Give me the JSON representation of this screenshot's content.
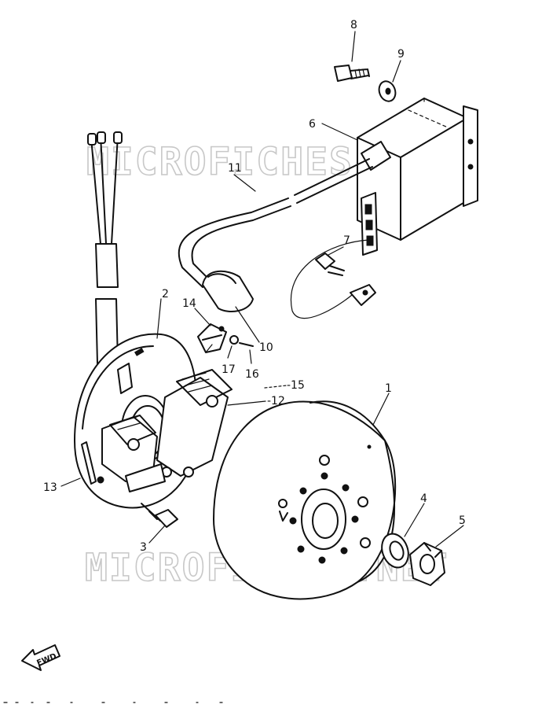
{
  "watermark": "MICROFICHES.NET",
  "direction_label": "FWD",
  "callouts": [
    {
      "id": "1",
      "label": "1"
    },
    {
      "id": "2",
      "label": "2"
    },
    {
      "id": "3",
      "label": "3"
    },
    {
      "id": "4",
      "label": "4"
    },
    {
      "id": "5",
      "label": "5"
    },
    {
      "id": "6",
      "label": "6"
    },
    {
      "id": "7",
      "label": "7"
    },
    {
      "id": "8",
      "label": "8"
    },
    {
      "id": "9",
      "label": "9"
    },
    {
      "id": "10",
      "label": "10"
    },
    {
      "id": "11",
      "label": "11"
    },
    {
      "id": "12",
      "label": "-12"
    },
    {
      "id": "13",
      "label": "13"
    },
    {
      "id": "14",
      "label": "14"
    },
    {
      "id": "15",
      "label": "-15"
    },
    {
      "id": "16",
      "label": "16"
    },
    {
      "id": "17",
      "label": "17"
    }
  ]
}
